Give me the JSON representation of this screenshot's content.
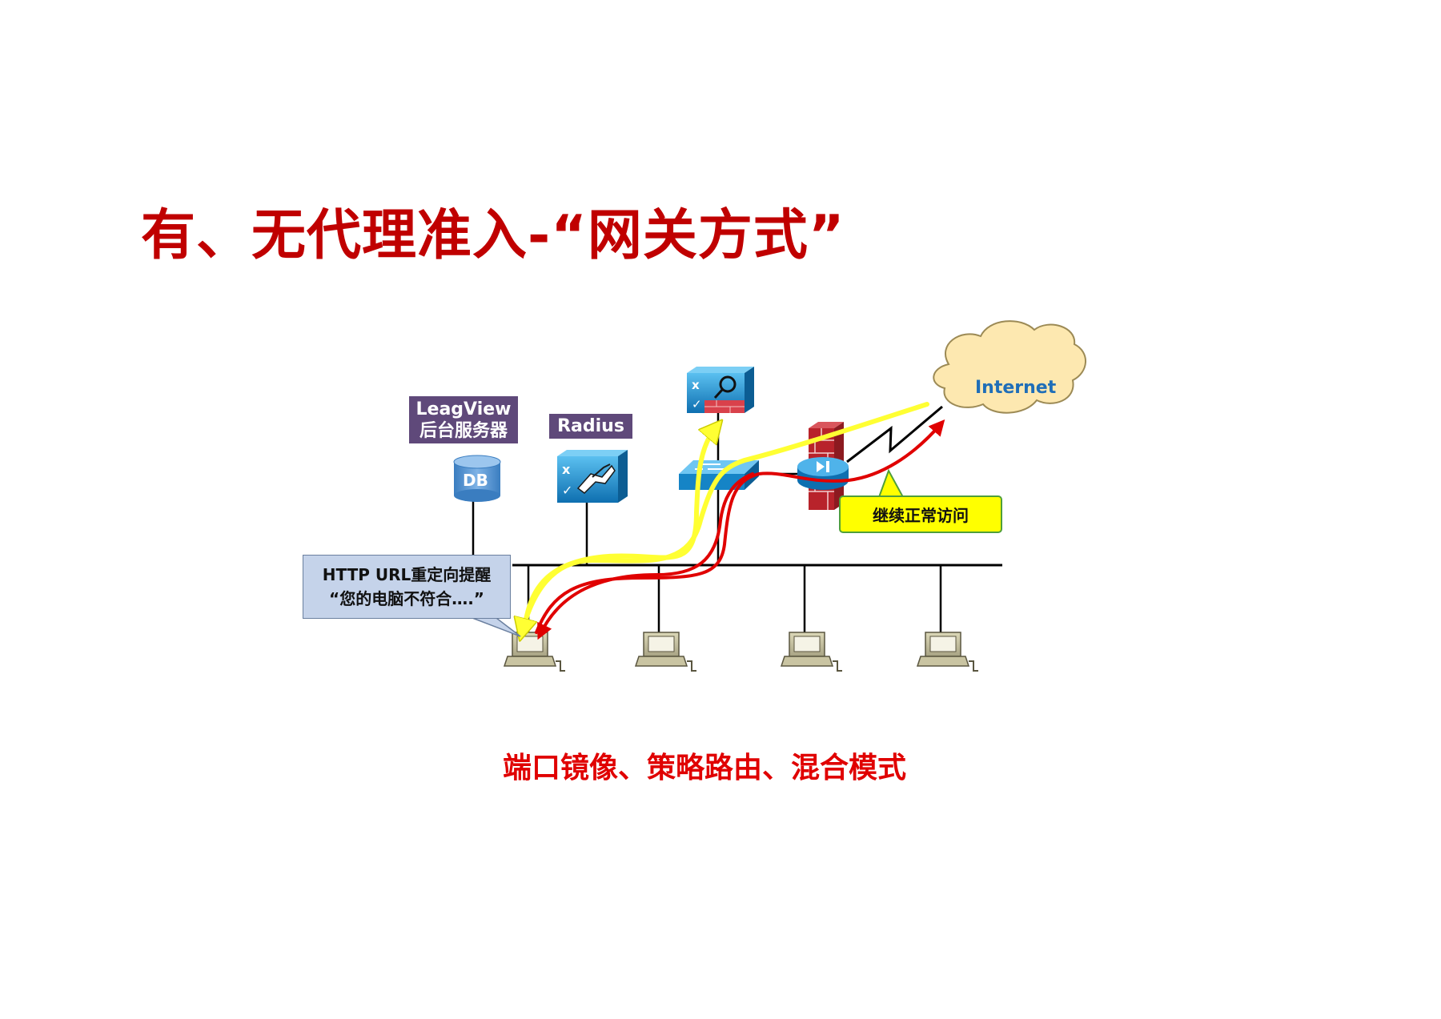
{
  "title": "有、无代理准入-“网关方式”",
  "nodes": {
    "server_label_line1": "LeagView",
    "server_label_line2": "后台服务器",
    "db_text": "DB",
    "radius_label": "Radius",
    "internet_label": "Internet"
  },
  "notice": {
    "line1": "HTTP URL重定向提醒",
    "line2": "“您的电脑不符合….”"
  },
  "callout": "继续正常访问",
  "footer": "端口镜像、策略路由、混合模式",
  "colors": {
    "title": "#c00000",
    "label_purple": "#5f497a",
    "device_blue": "#1f8fd0",
    "path_yellow": "#ffff33",
    "path_red": "#e00000",
    "cloud": "#fde8b0"
  },
  "icons": [
    "database-icon",
    "radius-server-icon",
    "monitor-appliance-icon",
    "switch-icon",
    "router-icon",
    "firewall-icon",
    "cloud-icon",
    "workstation-icon"
  ]
}
